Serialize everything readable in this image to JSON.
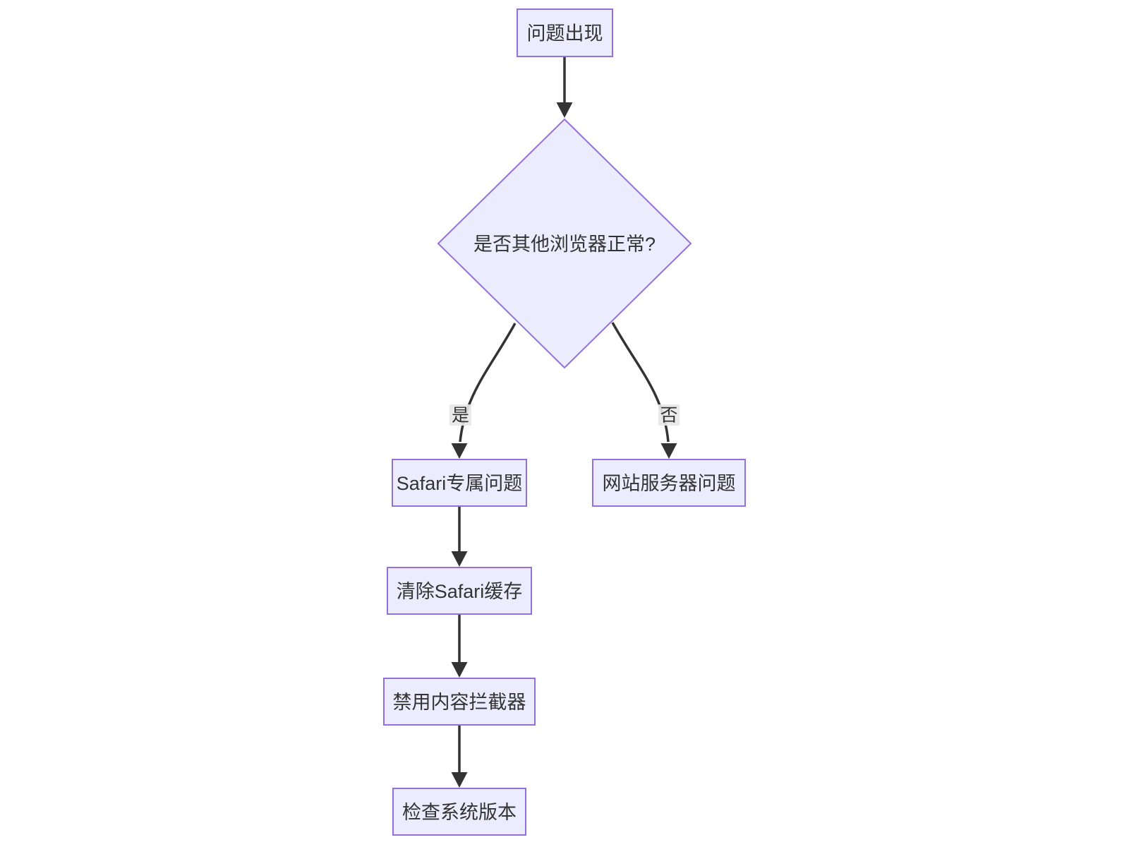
{
  "diagram": {
    "type": "flowchart",
    "direction": "top-down",
    "nodes": {
      "start": {
        "label": "问题出现",
        "shape": "rect"
      },
      "decision": {
        "label": "是否其他浏览器正常?",
        "shape": "diamond"
      },
      "safari_issue": {
        "label": "Safari专属问题",
        "shape": "rect"
      },
      "server_issue": {
        "label": "网站服务器问题",
        "shape": "rect"
      },
      "clear_cache": {
        "label": "清除Safari缓存",
        "shape": "rect"
      },
      "disable_blockers": {
        "label": "禁用内容拦截器",
        "shape": "rect"
      },
      "check_version": {
        "label": "检查系统版本",
        "shape": "rect"
      }
    },
    "edges": [
      {
        "from": "start",
        "to": "decision",
        "label": ""
      },
      {
        "from": "decision",
        "to": "safari_issue",
        "label": "是"
      },
      {
        "from": "decision",
        "to": "server_issue",
        "label": "否"
      },
      {
        "from": "safari_issue",
        "to": "clear_cache",
        "label": ""
      },
      {
        "from": "clear_cache",
        "to": "disable_blockers",
        "label": ""
      },
      {
        "from": "disable_blockers",
        "to": "check_version",
        "label": ""
      }
    ],
    "colors": {
      "node_fill": "#ECECFF",
      "node_border": "#9370DB",
      "edge_stroke": "#333333",
      "text": "#333333",
      "edge_label_bg": "#e8e8e8",
      "background": "#ffffff"
    }
  }
}
